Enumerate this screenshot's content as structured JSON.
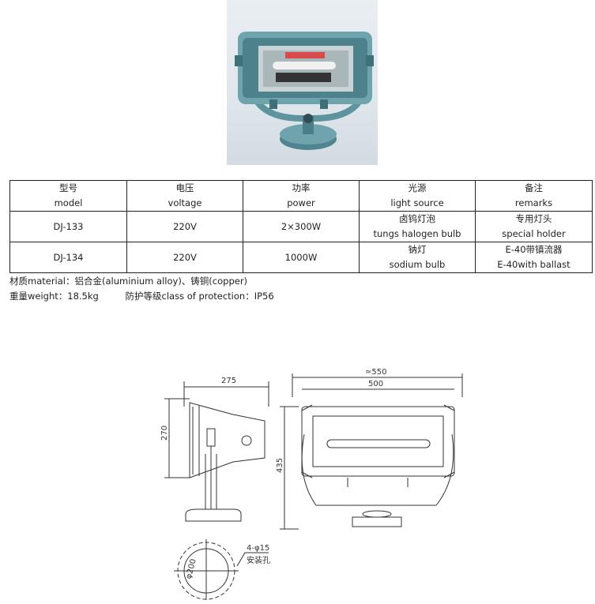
{
  "table": {
    "header": [
      {
        "zh": "型号",
        "en": "model"
      },
      {
        "zh": "电压",
        "en": "voltage"
      },
      {
        "zh": "功率",
        "en": "power"
      },
      {
        "zh": "光源",
        "en": "light source"
      },
      {
        "zh": "备注",
        "en": "remarks"
      }
    ],
    "rows": [
      {
        "model": "DJ-133",
        "voltage": "220V",
        "power": "2×300W",
        "source_zh": "卤钨灯泡",
        "source_en": "tungs halogen bulb",
        "remarks_zh": "专用灯头",
        "remarks_en": "special holder"
      },
      {
        "model": "DJ-134",
        "voltage": "220V",
        "power": "1000W",
        "source_zh": "钠灯",
        "source_en": "sodium bulb",
        "remarks_zh": "E-40带镇流器",
        "remarks_en": "E-40with ballast"
      }
    ]
  },
  "notes": {
    "material": "材质material：铝合金(aluminium alloy)、铸铜(copper)",
    "weight": "重量weight：18.5kg",
    "protection": "防护等级class of protection：IP56"
  },
  "drawing": {
    "side_width": "275",
    "side_height": "270",
    "overall_width": "≃550",
    "body_width": "500",
    "overall_height": "435",
    "base_diameter": "φ200",
    "holes_line1": "4-φ15",
    "holes_line2": "安装孔"
  },
  "colors": {
    "lamp_body": "#6fa4ad",
    "lamp_dark": "#3f6f78",
    "line": "#333333"
  }
}
